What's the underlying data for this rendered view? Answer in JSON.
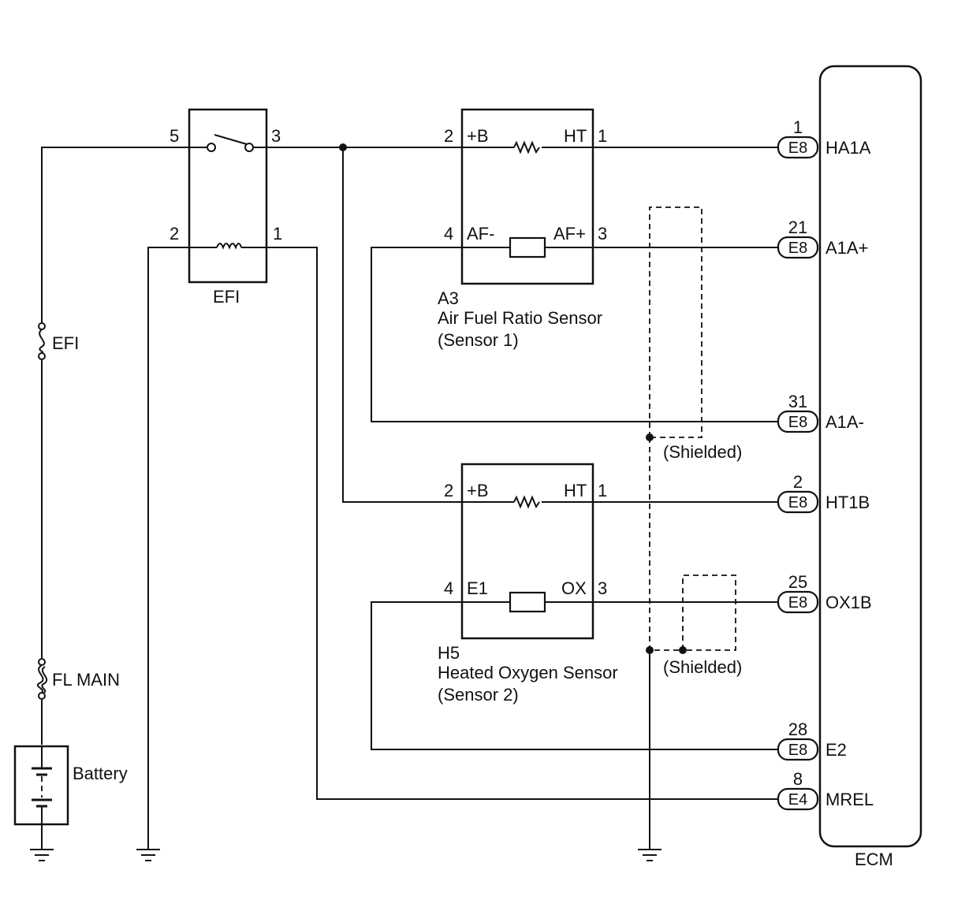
{
  "relay": {
    "name": "EFI",
    "pins": {
      "p5": "5",
      "p3": "3",
      "p2": "2",
      "p1": "1"
    }
  },
  "fuses": {
    "efi": "EFI",
    "fl_main": "FL MAIN"
  },
  "battery": {
    "label": "Battery"
  },
  "sensor1": {
    "code": "A3",
    "name": "Air Fuel Ratio Sensor",
    "sub": "(Sensor 1)",
    "pins": {
      "p2": "2",
      "p1": "1",
      "p4": "4",
      "p3": "3"
    },
    "terms": {
      "b": "+B",
      "ht": "HT",
      "neg": "AF-",
      "pos": "AF+"
    }
  },
  "sensor2": {
    "code": "H5",
    "name": "Heated Oxygen Sensor",
    "sub": "(Sensor 2)",
    "pins": {
      "p2": "2",
      "p1": "1",
      "p4": "4",
      "p3": "3"
    },
    "terms": {
      "b": "+B",
      "ht": "HT",
      "neg": "E1",
      "pos": "OX"
    }
  },
  "shield": {
    "label": "(Shielded)"
  },
  "ecm": {
    "name": "ECM",
    "terminals": [
      {
        "pin": "1",
        "conn": "E8",
        "sig": "HA1A"
      },
      {
        "pin": "21",
        "conn": "E8",
        "sig": "A1A+"
      },
      {
        "pin": "31",
        "conn": "E8",
        "sig": "A1A-"
      },
      {
        "pin": "2",
        "conn": "E8",
        "sig": "HT1B"
      },
      {
        "pin": "25",
        "conn": "E8",
        "sig": "OX1B"
      },
      {
        "pin": "28",
        "conn": "E8",
        "sig": "E2"
      },
      {
        "pin": "8",
        "conn": "E4",
        "sig": "MREL"
      }
    ]
  }
}
